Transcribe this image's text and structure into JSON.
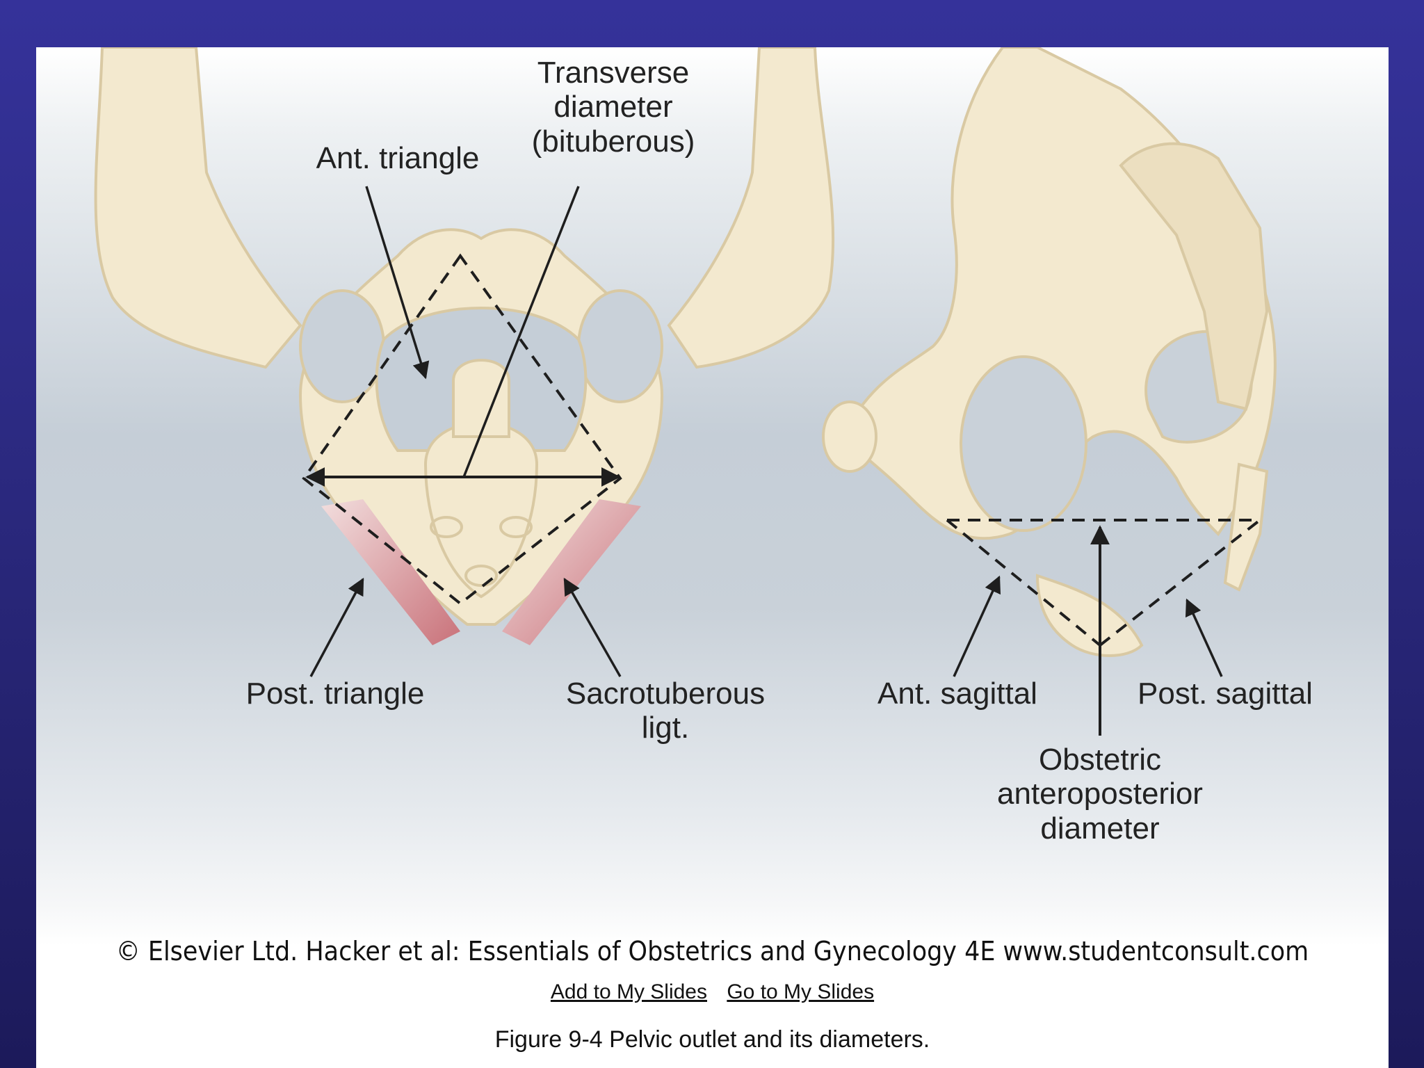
{
  "figure": {
    "labels": {
      "ant_triangle": "Ant. triangle",
      "transverse_diameter": "Transverse\ndiameter\n(bituberous)",
      "post_triangle": "Post. triangle",
      "sacrotuberous": "Sacrotuberous\nligt.",
      "ant_sagittal": "Ant. sagittal",
      "post_sagittal": "Post. sagittal",
      "obstetric_ap": "Obstetric\nanteroposterior\ndiameter"
    },
    "colors": {
      "bone": "#f3e9cf",
      "bone_outline": "#d9c9a3",
      "ligament": "#c9727a",
      "line": "#1e1e1e"
    }
  },
  "copyright": "© Elsevier Ltd. Hacker et al: Essentials of Obstetrics and Gynecology 4E www.studentconsult.com",
  "links": {
    "add": "Add to My Slides",
    "go": "Go to My Slides"
  },
  "caption": "Figure 9-4 Pelvic outlet and its diameters."
}
